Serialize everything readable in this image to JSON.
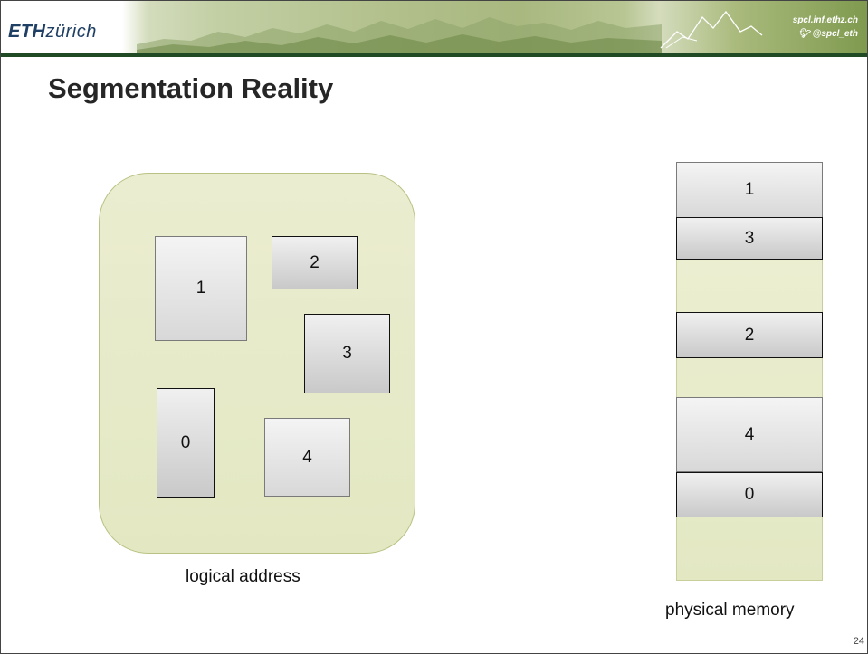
{
  "header": {
    "logo_bold": "ETH",
    "logo_rest": "zürich",
    "url": "spcl.inf.ethz.ch",
    "twitter_icon": "twitter-bird-icon",
    "twitter": "@spcl_eth"
  },
  "slide": {
    "title": "Segmentation Reality",
    "page_number": "24"
  },
  "diagram": {
    "logical_caption": "logical address",
    "physical_caption": "physical memory",
    "logical_segments": [
      {
        "label": "1"
      },
      {
        "label": "2"
      },
      {
        "label": "3"
      },
      {
        "label": "0"
      },
      {
        "label": "4"
      }
    ],
    "physical_segments": [
      {
        "label": "1"
      },
      {
        "label": "3"
      },
      {
        "label": "2"
      },
      {
        "label": "4"
      },
      {
        "label": "0"
      }
    ]
  }
}
